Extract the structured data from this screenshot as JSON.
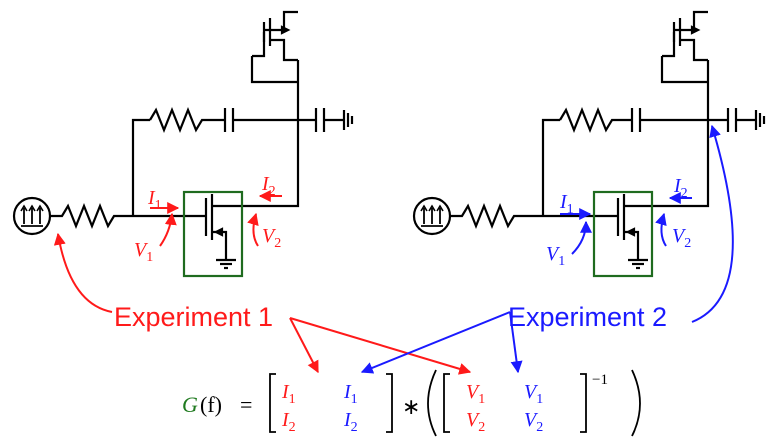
{
  "colors": {
    "wire": "#000000",
    "exp1": "#ff1a1a",
    "exp2": "#1a1aff",
    "dut_box": "#1f6b1f",
    "formula_g": "#1f7a1f"
  },
  "icons": [
    "ac-source-icon",
    "resistor-icon",
    "capacitor-icon",
    "ground-icon",
    "pmos-transistor-icon",
    "nmos-transistor-icon"
  ],
  "experiment1": {
    "label": "Experiment 1",
    "i1": "I",
    "i1_sub": "1",
    "i2": "I",
    "i2_sub": "2",
    "v1": "V",
    "v1_sub": "1",
    "v2": "V",
    "v2_sub": "2"
  },
  "experiment2": {
    "label": "Experiment 2",
    "i1": "I",
    "i1_sub": "1",
    "i2": "I",
    "i2_sub": "2",
    "v1": "V",
    "v1_sub": "1",
    "v2": "V",
    "v2_sub": "2"
  },
  "formula": {
    "g": "G",
    "f": "(f)",
    "eq": "=",
    "star": "∗",
    "inv_exp": "−1",
    "i_letter": "I",
    "v_letter": "V",
    "sub1": "1",
    "sub2": "2"
  }
}
